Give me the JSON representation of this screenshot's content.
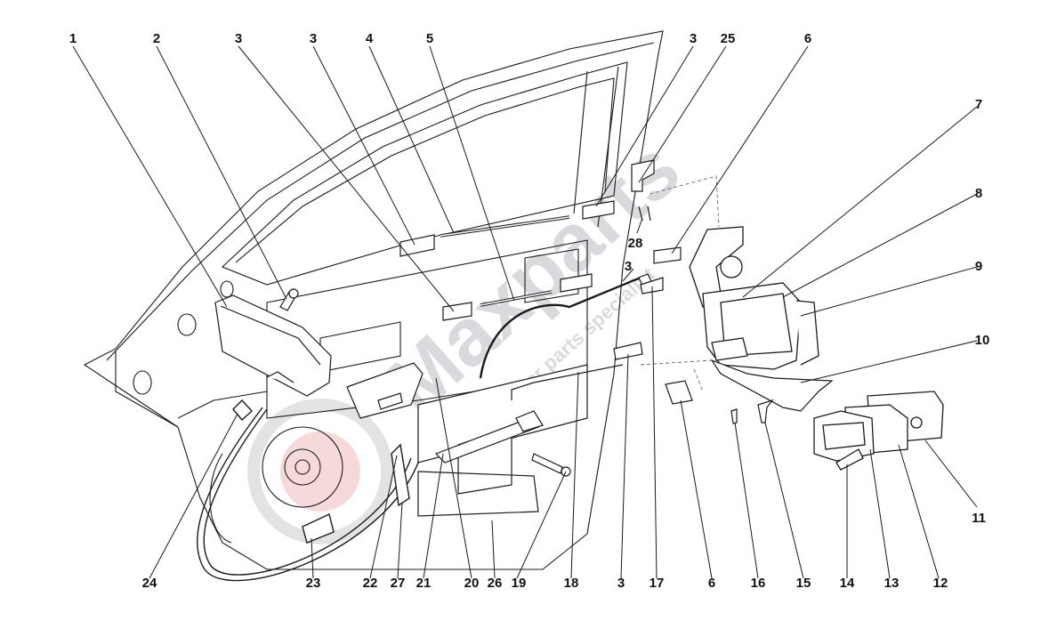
{
  "labels": {
    "top_1": "1",
    "top_2": "2",
    "top_3a": "3",
    "top_3b": "3",
    "top_4": "4",
    "top_5": "5",
    "top_3c": "3",
    "top_25": "25",
    "top_6": "6",
    "right_7": "7",
    "right_8": "8",
    "right_9": "9",
    "right_10": "10",
    "right_11": "11",
    "mid_28": "28",
    "mid_3": "3",
    "bot_24": "24",
    "bot_23": "23",
    "bot_22": "22",
    "bot_27": "27",
    "bot_21": "21",
    "bot_20": "20",
    "bot_26": "26",
    "bot_19": "19",
    "bot_18": "18",
    "bot_3": "3",
    "bot_17": "17",
    "bot_6": "6",
    "bot_16": "16",
    "bot_15": "15",
    "bot_14": "14",
    "bot_13": "13",
    "bot_12": "12"
  },
  "watermark": {
    "brand": "Maxparts",
    "tagline": "the car parts specialist",
    "colors": {
      "grey": "#c9ccd0",
      "red": "#e8a0a0"
    }
  },
  "colors": {
    "line": "#1a1a1a",
    "fill": "#ffffff",
    "shade": "#bdbdbd"
  }
}
